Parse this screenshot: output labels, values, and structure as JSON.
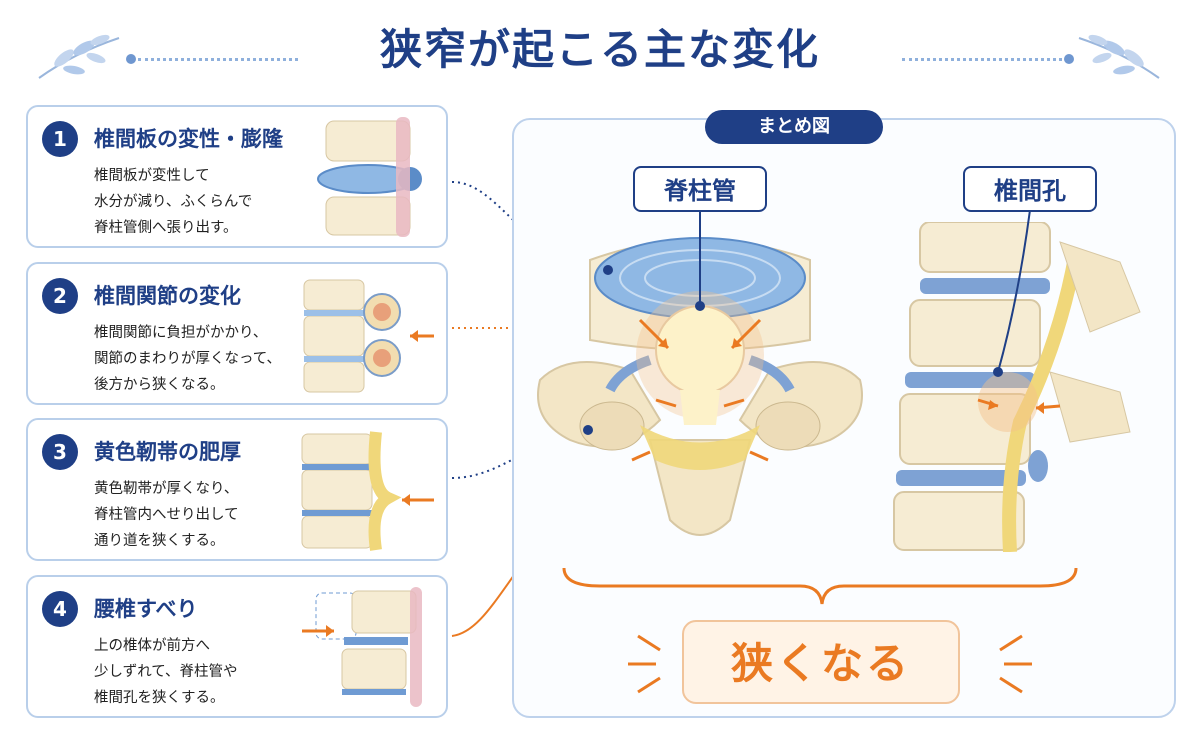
{
  "title": "狭窄が起こる主な変化",
  "causes": [
    {
      "number": "1",
      "title": "椎間板の変性・膨隆",
      "description": "椎間板が変性して\n水分が減り、ふくらんで\n脊柱管側へ張り出す。"
    },
    {
      "number": "2",
      "title": "椎間関節の変化",
      "description": "椎間関節に負担がかかり、\n関節のまわりが厚くなって、\n後方から狭くなる。"
    },
    {
      "number": "3",
      "title": "黄色靭帯の肥厚",
      "description": "黄色靭帯が厚くなり、\n脊柱管内へせり出して\n通り道を狭くする。"
    },
    {
      "number": "4",
      "title": "腰椎すべり",
      "description": "上の椎体が前方へ\n少しずれて、脊柱管や\n椎間孔を狭くする。"
    }
  ],
  "summary": {
    "badge": "まとめ図",
    "label_canal": "脊柱管",
    "label_foramen": "椎間孔",
    "result": "狭くなる"
  },
  "colors": {
    "primary": "#1f3f86",
    "accent": "#ea7a22",
    "disc": "#8fb8e4",
    "bone": "#f6ecd3",
    "ligament": "#f0d77a",
    "nerve": "#e9b9c2"
  }
}
